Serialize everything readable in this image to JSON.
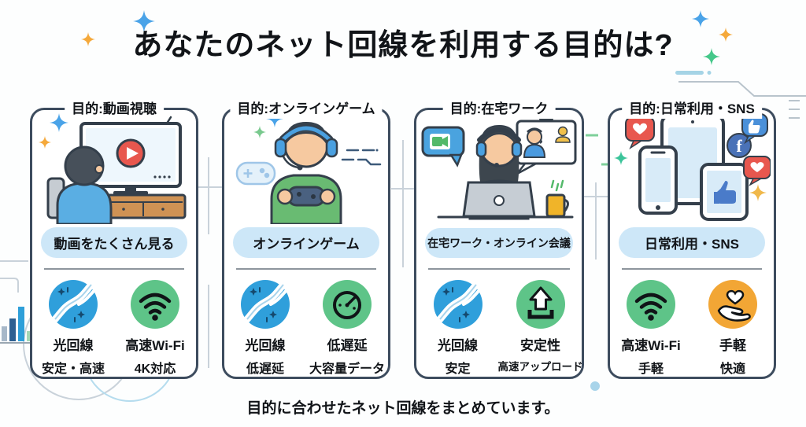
{
  "title": "あなたのネット回線を利用する目的は?",
  "caption": "目的に合わせたネット回線をまとめています。",
  "colors": {
    "card_border": "#3d4c5e",
    "pill_bg": "#cde7f8",
    "fiber_circle": "#2f9fdb",
    "green_circle": "#5ec488",
    "orange_circle": "#f2a635",
    "accent_red": "#e8574e",
    "facebook_blue": "#4a72b8",
    "deco_gray": "#c9d2da",
    "deco_cyan": "#a5d4e6"
  },
  "cards": [
    {
      "header": "目的:動画視聴",
      "illustration": "person-watching-tv",
      "pill": "動画をたくさん見る",
      "features": [
        {
          "icon": "fiber-line-icon",
          "line1": "光回線",
          "line2": "安定・高速"
        },
        {
          "icon": "wifi-icon",
          "line1": "高速Wi-Fi",
          "line2": "4K対応"
        }
      ]
    },
    {
      "header": "目的:オンラインゲーム",
      "illustration": "online-gamer",
      "pill": "オンラインゲーム",
      "features": [
        {
          "icon": "fiber-line-icon",
          "line1": "光回線",
          "line2": "低遅延"
        },
        {
          "icon": "speed-gauge-icon",
          "line1": "低遅延",
          "line2": "大容量データ"
        }
      ]
    },
    {
      "header": "目的:在宅ワーク",
      "illustration": "remote-worker",
      "pill": "在宅ワーク・オンライン会議",
      "features": [
        {
          "icon": "fiber-line-icon",
          "line1": "光回線",
          "line2": "安定"
        },
        {
          "icon": "upload-icon",
          "line1": "安定性",
          "line2": "高速アップロード"
        }
      ]
    },
    {
      "header": "目的:日常利用・SNS",
      "illustration": "devices-sns",
      "pill": "日常利用・SNS",
      "features": [
        {
          "icon": "wifi-icon",
          "line1": "高速Wi-Fi",
          "line2": "手軽"
        },
        {
          "icon": "hand-heart-icon",
          "line1": "手軽",
          "line2": "快適"
        }
      ]
    }
  ]
}
